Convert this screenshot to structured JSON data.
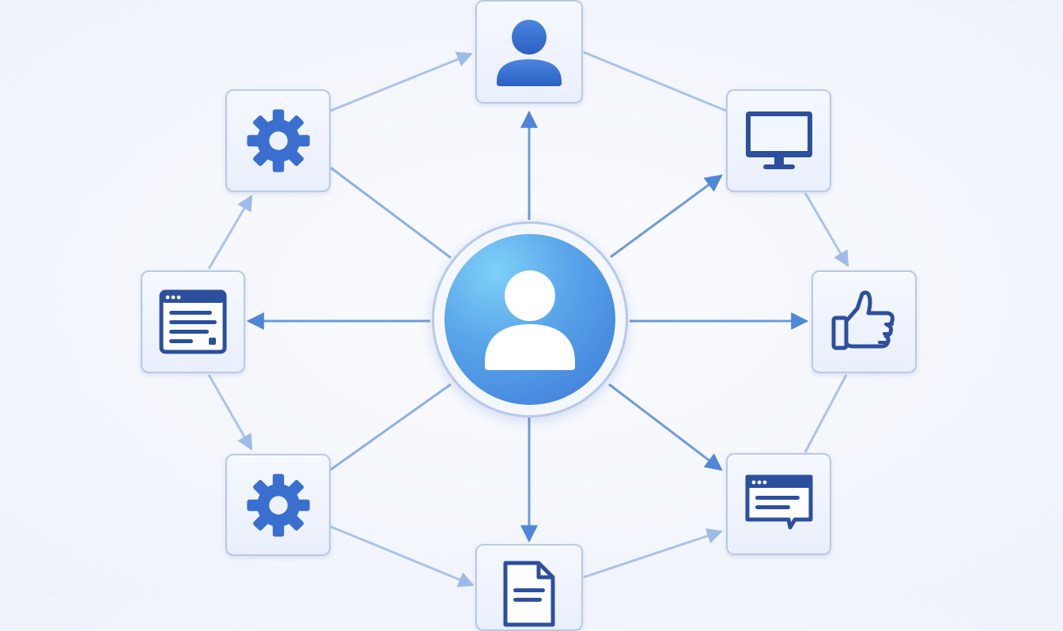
{
  "diagram": {
    "hub": {
      "icon": "user-icon"
    },
    "nodes": [
      {
        "id": "top-user",
        "icon": "user-icon"
      },
      {
        "id": "top-left-settings",
        "icon": "gear-icon"
      },
      {
        "id": "top-right-monitor",
        "icon": "monitor-icon"
      },
      {
        "id": "left-document",
        "icon": "browser-window-icon"
      },
      {
        "id": "right-thumbs-up",
        "icon": "thumbs-up-icon"
      },
      {
        "id": "bottom-left-settings",
        "icon": "gear-icon"
      },
      {
        "id": "bottom-right-chat",
        "icon": "chat-window-icon"
      },
      {
        "id": "bottom-file",
        "icon": "file-icon"
      }
    ],
    "colors": {
      "icon_blue": "#3a6fd0",
      "icon_dark": "#2c4f9e",
      "edge": "#9fbbe6",
      "arrow": "#4f86d8",
      "hub_light": "#7fd0f8",
      "hub_dark": "#3b78d8"
    }
  }
}
